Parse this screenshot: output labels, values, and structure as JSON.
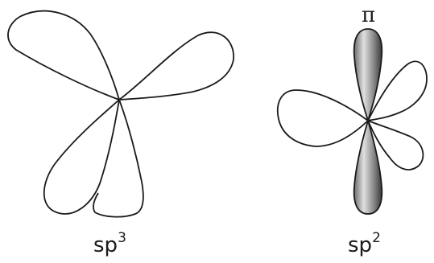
{
  "sp3_label": {
    "base": "sp",
    "superscript": "3"
  },
  "sp2_label": {
    "base": "sp",
    "superscript": "2"
  },
  "pi_label": "π",
  "colors": {
    "pi_dark": "#3a3a3a",
    "pi_light": "#d9d9d9",
    "stroke": "#1a1a1a"
  }
}
